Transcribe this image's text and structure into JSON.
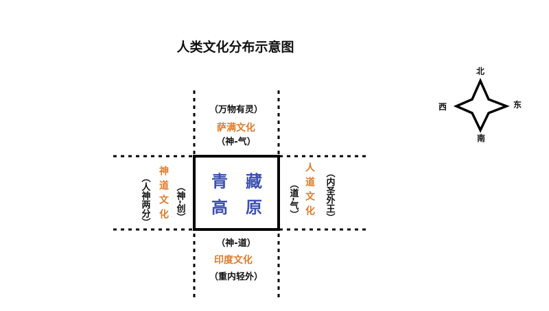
{
  "title": "人类文化分布示意图",
  "center": {
    "chars": [
      "青",
      "藏",
      "高",
      "原"
    ],
    "color": "#3d4fb3"
  },
  "north": {
    "top": "（万物有灵）",
    "name": "萨满文化",
    "bottom": "（神-气）"
  },
  "south": {
    "top": "（神-道）",
    "name": "印度文化",
    "bottom": "（重内轻外）"
  },
  "west": {
    "name": "神道文化",
    "outer": "（人神两分）",
    "inner": "（神-创）"
  },
  "east": {
    "name": "人道文化",
    "inner": "（道-气）",
    "outer": "（内圣外王）"
  },
  "compass": {
    "n": "北",
    "s": "南",
    "w": "西",
    "e": "东"
  },
  "colors": {
    "accent": "#e07b2a",
    "line": "#000000",
    "text": "#111111"
  }
}
